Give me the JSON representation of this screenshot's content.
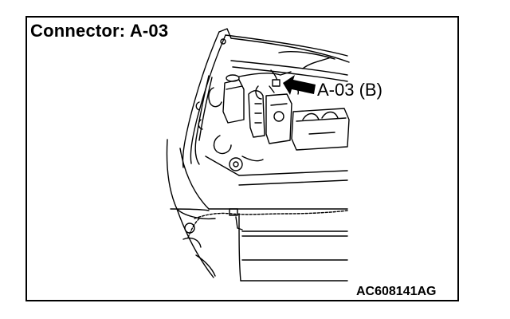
{
  "title": "Connector: A-03",
  "callout": "A-03 (B)",
  "figure_code": "AC608141AG"
}
